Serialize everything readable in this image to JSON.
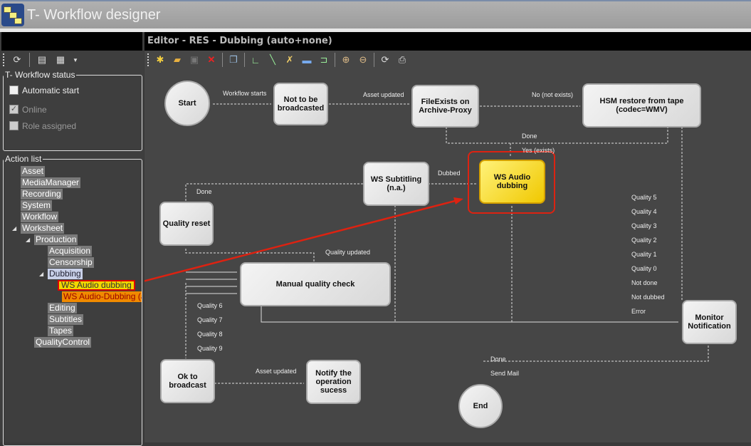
{
  "app": {
    "title": "T- Workflow designer"
  },
  "left": {
    "status": {
      "title": "T- Workflow status",
      "automatic_start": "Automatic start",
      "online": "Online",
      "role_assigned": "Role assigned"
    },
    "action_list": {
      "title": "Action list",
      "items": [
        "Asset",
        "MediaManager",
        "Recording",
        "System",
        "Workflow",
        "Worksheet",
        "Production",
        "Acquisition",
        "Censorship",
        "Dubbing",
        "WS Audio dubbing",
        "WS Audio-Dubbing (a.a",
        "Editing",
        "Subtitles",
        "Tapes",
        "QualityControl"
      ]
    }
  },
  "editor": {
    "title": "Editor - RES - Dubbing (auto+none)",
    "nodes": {
      "start": "Start",
      "not_broadcasted": "Not to be broadcasted",
      "file_exists": "FileExists on Archive-Proxy",
      "hsm": "HSM restore from tape (codec=WMV)",
      "subtitling": "WS Subtitling (n.a.)",
      "audio_dubbing": "WS Audio dubbing",
      "quality_reset": "Quality reset",
      "manual_check": "Manual quality check",
      "monitor": "Monitor Notification",
      "ok_broadcast": "Ok to broadcast",
      "notify": "Notify the operation sucess",
      "end": "End"
    },
    "labels": {
      "workflow_starts": "Workflow starts",
      "asset_updated": "Asset updated",
      "no_not_exists": "No (not exists)",
      "done1": "Done",
      "yes_exists": "Yes (exists)",
      "dubbed": "Dubbed",
      "done2": "Done",
      "quality_updated": "Quality updated",
      "right": [
        "Quality 5",
        "Quality 4",
        "Quality 3",
        "Quality 2",
        "Quality 1",
        "Quality 0",
        "Not done",
        "Not dubbed",
        "Error"
      ],
      "left": [
        "Quality 6",
        "Quality 7",
        "Quality 8",
        "Quality 9"
      ],
      "asset_updated2": "Asset updated",
      "done3": "Done",
      "send_mail": "Send Mail"
    }
  }
}
